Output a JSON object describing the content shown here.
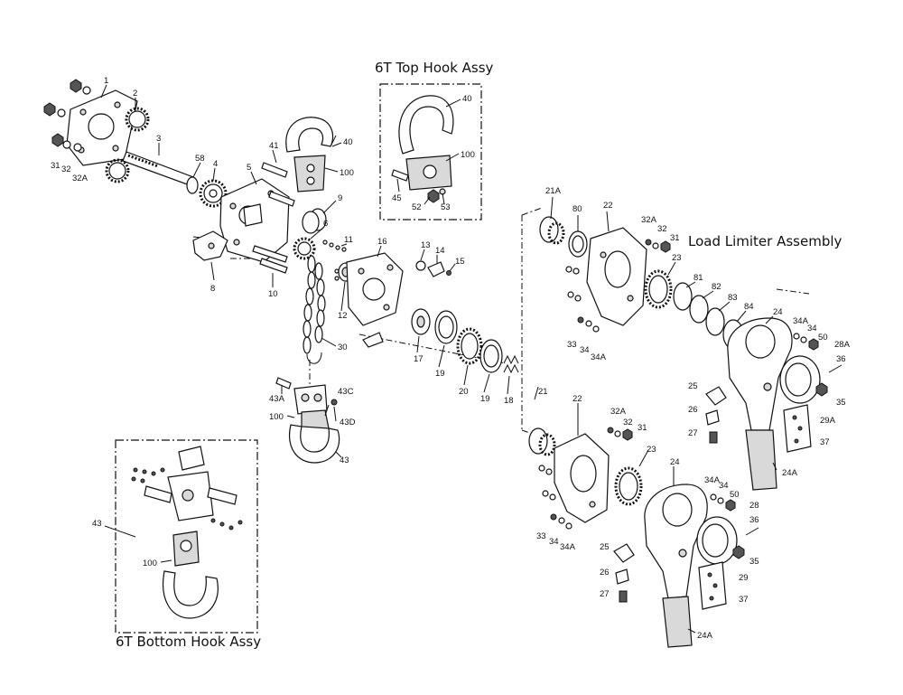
{
  "titles": {
    "top_hook": "6T Top Hook Assy",
    "load_limiter": "Load Limiter Assembly",
    "bottom_hook": "6T Bottom Hook Assy"
  },
  "labels": {
    "l1": "1",
    "l2": "2",
    "l3": "3",
    "l31a": "31",
    "l32a": "32",
    "l32Aa": "32A",
    "l58": "58",
    "l4": "4",
    "l5": "5",
    "l41": "41",
    "l40a": "40",
    "l100a": "100",
    "l9": "9",
    "l6": "6",
    "l8": "8",
    "l10": "10",
    "l11": "11",
    "l12": "12",
    "l30": "30",
    "l43A": "43A",
    "l43C": "43C",
    "l100b": "100",
    "l43D": "43D",
    "l43a": "43",
    "l40b": "40",
    "l100c": "100",
    "l45": "45",
    "l52": "52",
    "l53": "53",
    "l16": "16",
    "l13": "13",
    "l14": "14",
    "l15": "15",
    "l17": "17",
    "l19a": "19",
    "l20": "20",
    "l19b": "19",
    "l18": "18",
    "l21A": "21A",
    "l80": "80",
    "l22a": "22",
    "l32Ab": "32A",
    "l32b": "32",
    "l31b": "31",
    "l23a": "23",
    "l81": "81",
    "l82": "82",
    "l83": "83",
    "l84": "84",
    "l33a": "33",
    "l34a": "34",
    "l34Aa": "34A",
    "l24a": "24",
    "l34Ab": "34A",
    "l34b": "34",
    "l50a": "50",
    "l28A": "28A",
    "l36a": "36",
    "l35a": "35",
    "l25a": "25",
    "l26a": "26",
    "l27a": "27",
    "l29A": "29A",
    "l37a": "37",
    "l24Aa": "24A",
    "l21": "21",
    "l22b": "22",
    "l32Ac": "32A",
    "l32c": "32",
    "l31c": "31",
    "l23b": "23",
    "l33b": "33",
    "l34c": "34",
    "l34Ac": "34A",
    "l24b": "24",
    "l34Ad": "34A",
    "l34d": "34",
    "l50b": "50",
    "l28": "28",
    "l36b": "36",
    "l35b": "35",
    "l25b": "25",
    "l26b": "26",
    "l27b": "27",
    "l29": "29",
    "l37b": "37",
    "l24Ab": "24A",
    "l43b": "43",
    "l100d": "100"
  }
}
